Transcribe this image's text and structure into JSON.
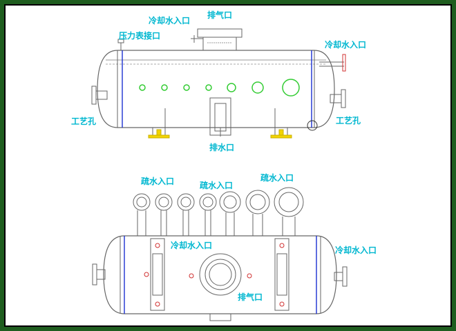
{
  "drawing": {
    "top_view": {
      "labels": {
        "cooling_water_inlet_top": "冷却水入口",
        "exhaust_port": "排气口",
        "pressure_gauge_port": "压力表接口",
        "cooling_water_inlet_right": "冷却水入口",
        "process_hole_left": "工艺孔",
        "process_hole_right": "工艺孔",
        "drain_port": "排水口"
      }
    },
    "bottom_view": {
      "labels": {
        "drain_inlet_1": "疏水入口",
        "drain_inlet_2": "疏水入口",
        "drain_inlet_3": "疏水入口",
        "cooling_water_inlet_center": "冷却水入口",
        "cooling_water_inlet_right": "冷却水入口",
        "exhaust_port": "排气口"
      }
    },
    "colors": {
      "label": "#00b7d0",
      "line": "#666666",
      "nozzle_green": "#33cc33",
      "saddle_yellow": "#f2d400",
      "divider_blue": "#1a2fd1",
      "flange_red": "#d03030",
      "frame_green": "#1f5d1f"
    }
  }
}
